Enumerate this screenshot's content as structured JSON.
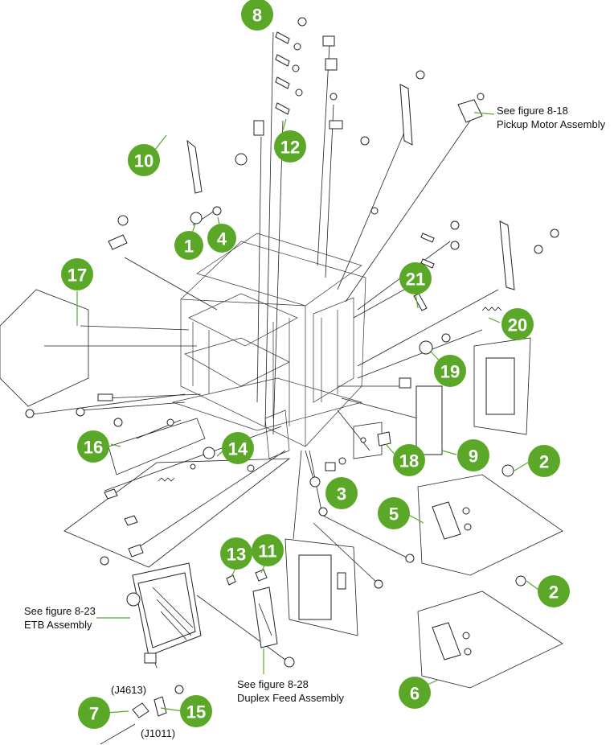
{
  "callouts": [
    {
      "id": "c8",
      "num": "8"
    },
    {
      "id": "c12",
      "num": "12"
    },
    {
      "id": "c10",
      "num": "10"
    },
    {
      "id": "c1",
      "num": "1"
    },
    {
      "id": "c4",
      "num": "4"
    },
    {
      "id": "c17",
      "num": "17"
    },
    {
      "id": "c21",
      "num": "21"
    },
    {
      "id": "c20",
      "num": "20"
    },
    {
      "id": "c19",
      "num": "19"
    },
    {
      "id": "c16",
      "num": "16"
    },
    {
      "id": "c14",
      "num": "14"
    },
    {
      "id": "c18",
      "num": "18"
    },
    {
      "id": "c9",
      "num": "9"
    },
    {
      "id": "c2a",
      "num": "2"
    },
    {
      "id": "c3",
      "num": "3"
    },
    {
      "id": "c5",
      "num": "5"
    },
    {
      "id": "c13",
      "num": "13"
    },
    {
      "id": "c11",
      "num": "11"
    },
    {
      "id": "c2b",
      "num": "2"
    },
    {
      "id": "c6",
      "num": "6"
    },
    {
      "id": "c7",
      "num": "7"
    },
    {
      "id": "c15",
      "num": "15"
    }
  ],
  "labels": {
    "pickup_ref": "See figure 8-18",
    "pickup_name": "Pickup Motor Assembly",
    "etb_ref": "See figure 8-23",
    "etb_name": "ETB Assembly",
    "duplex_ref": "See figure 8-28",
    "duplex_name": "Duplex Feed Assembly",
    "j4613": "(J4613)",
    "j1011": "(J1011)"
  },
  "colors": {
    "callout": "#5ba829",
    "line": "#222222",
    "background": "#ffffff"
  }
}
